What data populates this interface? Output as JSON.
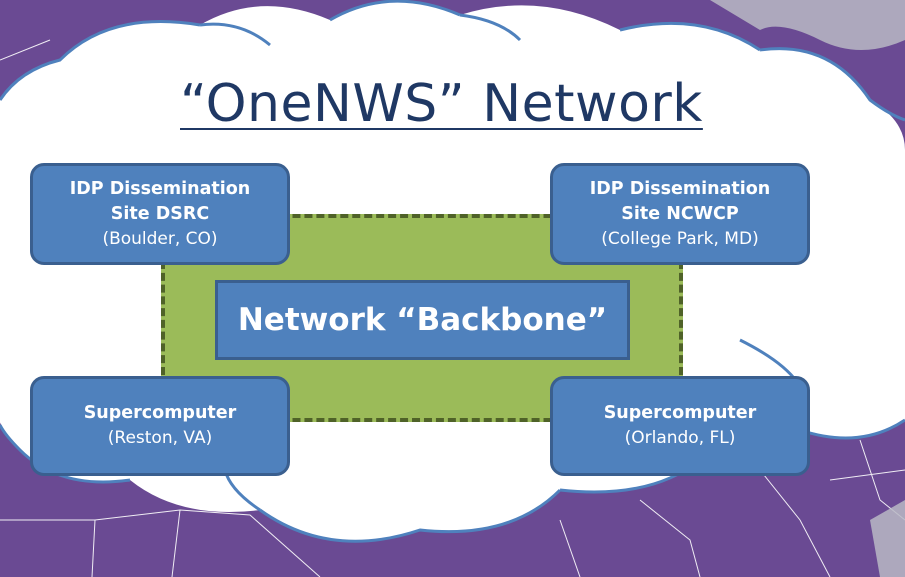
{
  "diagram": {
    "title": "“OneNWS” Network",
    "backbone": {
      "label": "Network “Backbone”"
    },
    "nodes": {
      "dsrc": {
        "line1": "IDP Dissemination",
        "line2": "Site DSRC",
        "location": "(Boulder, CO)"
      },
      "ncwcp": {
        "line1": "IDP Dissemination",
        "line2": "Site NCWCP",
        "location": "(College Park, MD)"
      },
      "reston": {
        "line1": "Supercomputer",
        "location": "(Reston, VA)"
      },
      "orlando": {
        "line1": "Supercomputer",
        "location": "(Orlando, FL)"
      }
    },
    "colors": {
      "node_fill": "#4f81bd",
      "node_border": "#3a5f8f",
      "backbone_zone_fill": "#9bbb59",
      "backbone_zone_border": "#4f6228",
      "cloud_fill": "#ffffff",
      "cloud_outline": "#4f81bd",
      "map_background": "#6a4a93",
      "title_color": "#1f3864"
    }
  }
}
